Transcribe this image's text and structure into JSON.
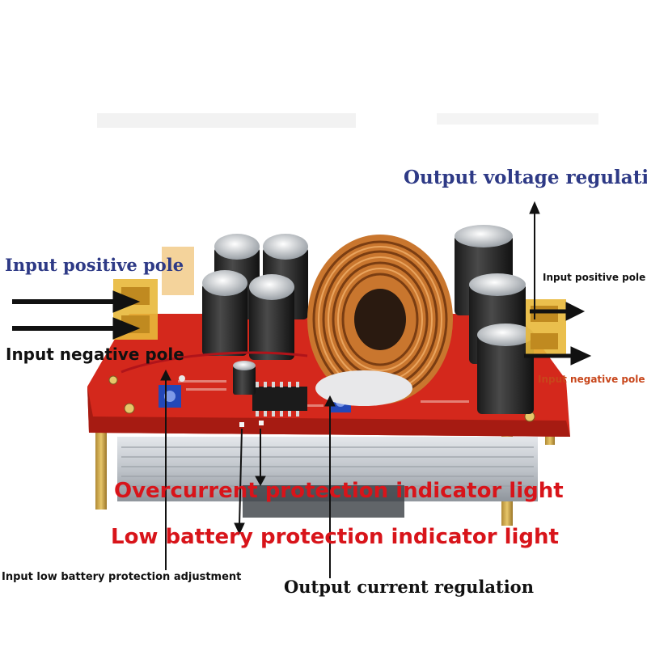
{
  "labels": {
    "output_voltage_regulation": "Output voltage regulation",
    "input_positive_pole_left": "Input positive pole",
    "input_negative_pole_left": "Input negative pole",
    "input_positive_pole_right": "Input positive pole",
    "input_negative_pole_right": "Input negative pole",
    "overcurrent_indicator": "Overcurrent protection indicator light",
    "low_battery_indicator": "Low battery protection indicator light",
    "input_low_battery_adjustment": "Input low battery protection adjustment",
    "output_current_regulation": "Output current regulation"
  },
  "colors": {
    "navy_label": "#2e3a86",
    "red_label": "#d8141a",
    "orange_label": "#c8461b",
    "black_label": "#111111",
    "pcb_red": "#d4281c",
    "heatsink": "#c8ccd2",
    "copper": "#c9762e"
  }
}
